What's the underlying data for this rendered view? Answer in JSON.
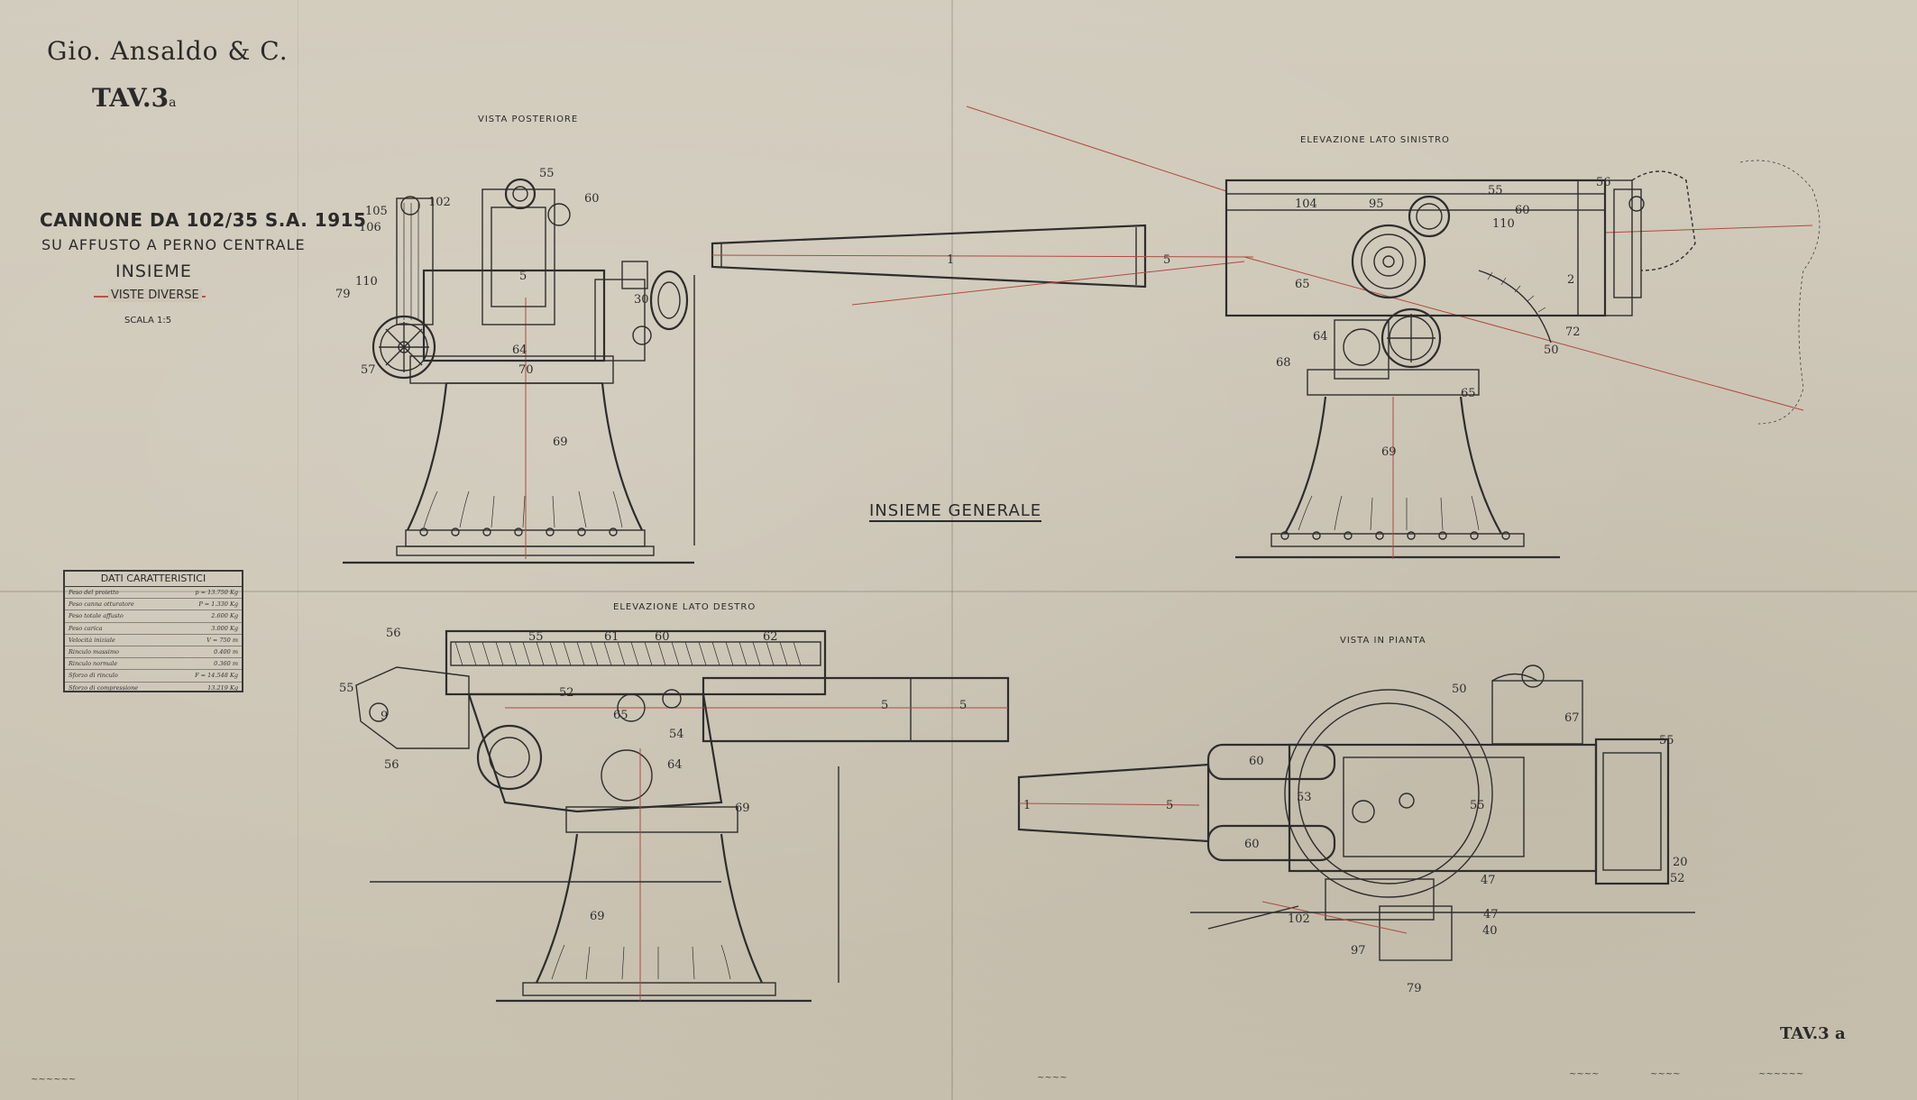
{
  "header": {
    "maker": "Gio. Ansaldo & C.",
    "plate": "TAV.3",
    "plate_suffix": "a",
    "gun_title": "CANNONE DA 102/35 S.A. 1915",
    "mount": "SU AFFUSTO A PERNO CENTRALE",
    "assembly": "INSIEME",
    "views": "VISTE DIVERSE",
    "scale": "SCALA 1:5"
  },
  "views": {
    "rear": "VISTA POSTERIORE",
    "left": "ELEVAZIONE LATO SINISTRO",
    "right": "ELEVAZIONE LATO DESTRO",
    "plan": "VISTA IN PIANTA",
    "general": "INSIEME GENERALE"
  },
  "dati": {
    "title": "DATI CARATTERISTICI",
    "rows": [
      {
        "label": "Peso del proietto",
        "value": "p = 13.750 Kg"
      },
      {
        "label": "Peso canna otturatore",
        "value": "P = 1.330 Kg"
      },
      {
        "label": "Peso totale affusto",
        "value": "2.600 Kg"
      },
      {
        "label": "Peso carica",
        "value": "3.000 Kg"
      },
      {
        "label": "Velocità iniziale",
        "value": "V = 750 m"
      },
      {
        "label": "Rinculo massimo",
        "value": "0.400 m"
      },
      {
        "label": "Rinculo normale",
        "value": "0.360 m"
      },
      {
        "label": "Sforzo di rinculo",
        "value": "F = 14.548 Kg"
      },
      {
        "label": "Sforzo di compressione",
        "value": "13.219 Kg"
      }
    ]
  },
  "footer": {
    "plate_br": "TAV.3 a"
  },
  "colors": {
    "paper": "#cdc6b6",
    "ink": "#2e2d2d",
    "red_line": "#b04a40"
  }
}
